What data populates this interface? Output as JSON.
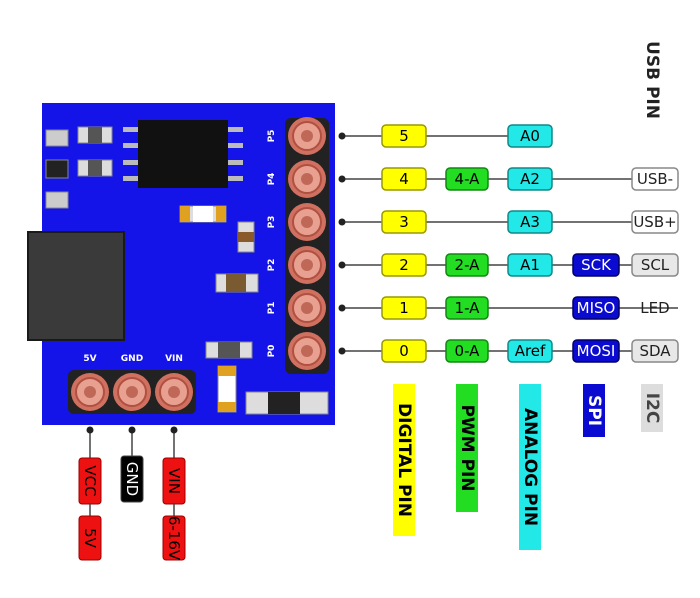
{
  "board": {
    "pin_silk": [
      "P5",
      "P4",
      "P3",
      "P2",
      "P1",
      "P0"
    ],
    "power_silk": [
      "5V",
      "GND",
      "VIN"
    ]
  },
  "rows": [
    {
      "digital": "5",
      "pwm": "",
      "analog": "A0",
      "spi": "",
      "i2c": ""
    },
    {
      "digital": "4",
      "pwm": "4-A",
      "analog": "A2",
      "spi": "",
      "i2c": "USB-"
    },
    {
      "digital": "3",
      "pwm": "",
      "analog": "A3",
      "spi": "",
      "i2c": "USB+"
    },
    {
      "digital": "2",
      "pwm": "2-A",
      "analog": "A1",
      "spi": "SCK",
      "i2c": "SCL"
    },
    {
      "digital": "1",
      "pwm": "1-A",
      "analog": "",
      "spi": "MISO",
      "i2c": "LED"
    },
    {
      "digital": "0",
      "pwm": "0-A",
      "analog": "Aref",
      "spi": "MOSI",
      "i2c": "SDA"
    }
  ],
  "power_labels": {
    "vcc": "VCC",
    "v5": "5V",
    "gnd": "GND",
    "vin": "VIN",
    "vin_range": "6-16V"
  },
  "legend": {
    "digital": "DIGITAL PIN",
    "pwm": "PWM PIN",
    "analog": "ANALOG PIN",
    "spi": "SPI",
    "i2c": "I2C",
    "usb": "USB PIN"
  },
  "colors": {
    "board": "#1414e8",
    "digital": "#ffff00",
    "pwm": "#22dd22",
    "analog": "#22e8e8",
    "spi": "#0a0ad0",
    "i2c": "#cccccc",
    "power": "#ee1111",
    "gnd": "#000000",
    "pad": "#e8a090"
  }
}
